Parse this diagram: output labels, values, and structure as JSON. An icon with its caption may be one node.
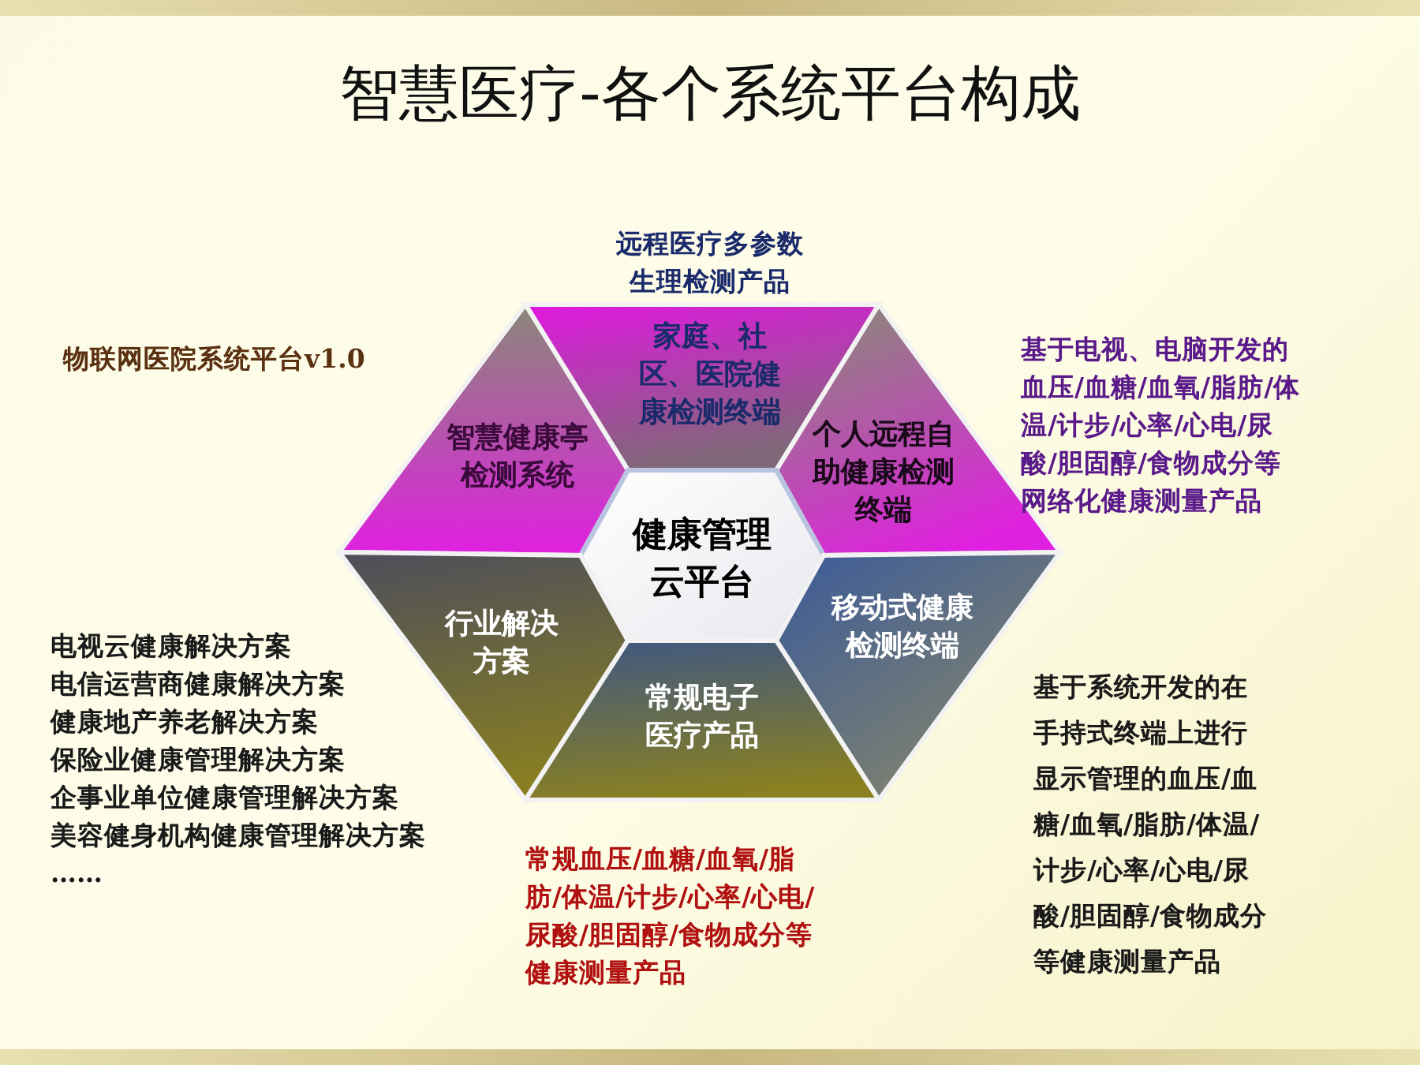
{
  "diagram": {
    "title": "智慧医疗-各个系统平台构成",
    "nodes": [
      {
        "text": [
          "家庭、社区、医院健康检测终端"
        ],
        "beside": [
          "远程医疗多参数生理检测产品"
        ]
      },
      {
        "text": [
          "智慧健康亭检测系统"
        ],
        "beside": [
          "物联网医院系统平台v1.0"
        ]
      },
      {
        "text": [
          "个人远程自助健康检测终端"
        ],
        "beside": [
          "基于电视、电脑开发的血压/血糖/血氧/脂肪/体温/计步/心率/心电/尿酸/胆固醇/食物成分等网络化健康测量产品"
        ]
      },
      {
        "text": [
          "健康管理云平台"
        ]
      },
      {
        "text": [
          "行业解决方案"
        ],
        "beside": [
          "电视云健康解决方案",
          "电信运营商健康解决方案",
          "健康地产养老解决方案",
          "保险业健康管理解决方案",
          "企事业单位健康管理解决方案",
          "美容健身机构健康管理解决方案",
          "……"
        ]
      },
      {
        "text": [
          "移动式健康检测终端"
        ],
        "beside": [
          "基于系统开发的在手持式终端上进行显示管理的血压/血糖/血氧/脂肪/体温/计步/心率/心电/尿酸/胆固醇/食物成分等健康测量产品"
        ]
      },
      {
        "text": [
          "常规电子医疗产品"
        ],
        "beside": [
          "常规血压/血糖/血氧/脂肪/体温/计步/心率/心电/尿酸/胆固醇/食物成分等健康测量产品"
        ]
      }
    ],
    "edges": []
  }
}
